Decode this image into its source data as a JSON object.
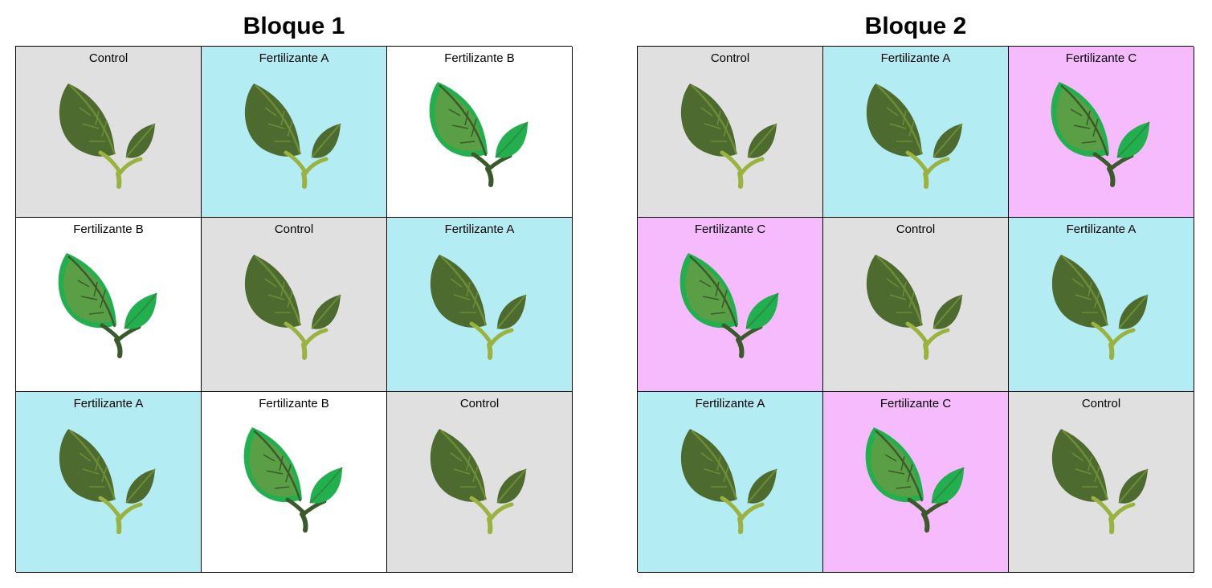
{
  "colors": {
    "Control": "#e0e0e0",
    "Fertilizante A": "#b3ecf3",
    "Fertilizante B": "#ffffff",
    "Fertilizante C": "#f5bbfc"
  },
  "blocks": [
    {
      "title": "Bloque 1",
      "cells": [
        {
          "label": "Control",
          "treatment": "Control",
          "plant_icon": "dark-seedling-icon"
        },
        {
          "label": "Fertilizante A",
          "treatment": "Fertilizante A",
          "plant_icon": "dark-seedling-icon"
        },
        {
          "label": "Fertilizante B",
          "treatment": "Fertilizante B",
          "plant_icon": "bright-seedling-icon"
        },
        {
          "label": "Fertilizante B",
          "treatment": "Fertilizante B",
          "plant_icon": "bright-seedling-icon"
        },
        {
          "label": "Control",
          "treatment": "Control",
          "plant_icon": "dark-seedling-icon"
        },
        {
          "label": "Fertilizante A",
          "treatment": "Fertilizante A",
          "plant_icon": "dark-seedling-icon"
        },
        {
          "label": "Fertilizante A",
          "treatment": "Fertilizante A",
          "plant_icon": "dark-seedling-icon"
        },
        {
          "label": "Fertilizante B",
          "treatment": "Fertilizante B",
          "plant_icon": "bright-seedling-icon"
        },
        {
          "label": "Control",
          "treatment": "Control",
          "plant_icon": "dark-seedling-icon"
        }
      ]
    },
    {
      "title": "Bloque 2",
      "cells": [
        {
          "label": "Control",
          "treatment": "Control",
          "plant_icon": "dark-seedling-icon"
        },
        {
          "label": "Fertilizante A",
          "treatment": "Fertilizante A",
          "plant_icon": "dark-seedling-icon"
        },
        {
          "label": "Fertilizante C",
          "treatment": "Fertilizante C",
          "plant_icon": "bright-seedling-icon"
        },
        {
          "label": "Fertilizante C",
          "treatment": "Fertilizante C",
          "plant_icon": "bright-seedling-icon"
        },
        {
          "label": "Control",
          "treatment": "Control",
          "plant_icon": "dark-seedling-icon"
        },
        {
          "label": "Fertilizante A",
          "treatment": "Fertilizante A",
          "plant_icon": "dark-seedling-icon"
        },
        {
          "label": "Fertilizante A",
          "treatment": "Fertilizante A",
          "plant_icon": "dark-seedling-icon"
        },
        {
          "label": "Fertilizante C",
          "treatment": "Fertilizante C",
          "plant_icon": "bright-seedling-icon"
        },
        {
          "label": "Control",
          "treatment": "Control",
          "plant_icon": "dark-seedling-icon"
        }
      ]
    }
  ]
}
